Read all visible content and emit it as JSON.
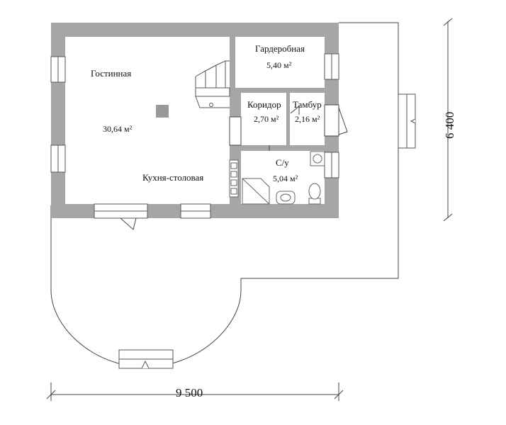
{
  "rooms": {
    "living": {
      "name": "Гостинная",
      "area": "30,64 м²"
    },
    "kitchen": {
      "name": "Кухня-столовая"
    },
    "wardrobe": {
      "name": "Гардеробная",
      "area": "5,40 м²"
    },
    "corridor": {
      "name": "Коридор",
      "area": "2,70 м²"
    },
    "vestibule": {
      "name": "Тамбур",
      "area": "2,16 м²"
    },
    "bathroom": {
      "name": "С/у",
      "area": "5,04 м²"
    }
  },
  "dimensions": {
    "width": "9 500",
    "height": "6 400"
  },
  "colors": {
    "wall": "#a6a6a6",
    "line": "#333333"
  }
}
